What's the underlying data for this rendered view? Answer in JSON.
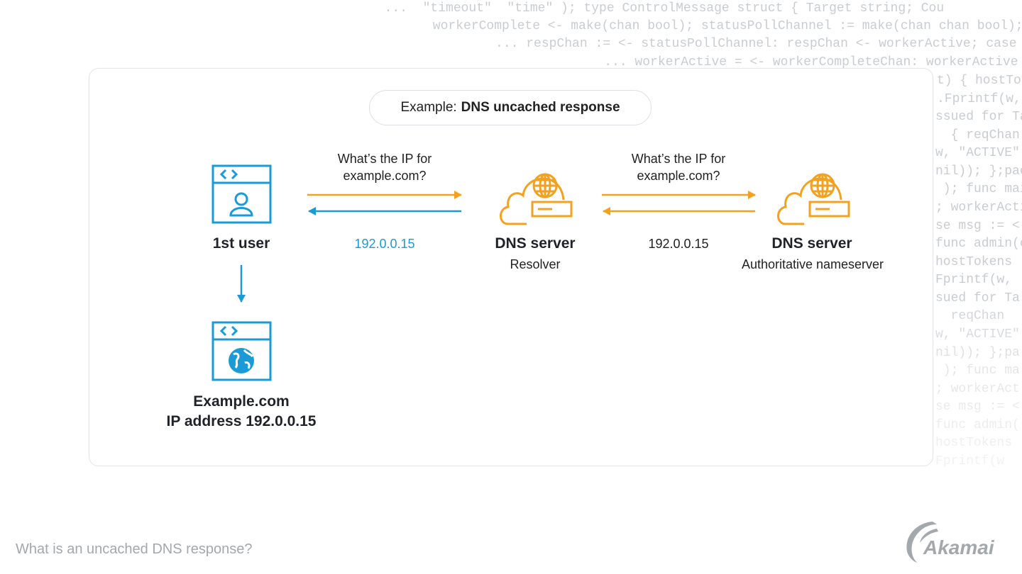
{
  "background_code": [
    "  ...  \"timeout\"  \"time\" ); type ControlMessage struct { Target string; Cou",
    "      workerComplete <- make(chan bool); statusPollChannel := make(chan chan bool); w",
    "          ... respChan := <- statusPollChannel: respChan <- workerActive; case",
    "              ... workerActive = <- workerCompleteChan: workerActive = status;",
    "t) { hostTok",
    ".Fprintf(w,",
    "ssued for Ta",
    "  { reqChan",
    "w, \"ACTIVE\"",
    "nil)); };pac",
    " ); func mai",
    "; workerActi",
    "se msg := <-",
    "func admin(c",
    "hostTokens",
    "Fprintf(w,",
    "sued for Ta",
    "  reqChan",
    "w, \"ACTIVE\"",
    "nil)); };pa",
    " ); func ma",
    "; workerAct",
    "se msg := <",
    "func admin(",
    "hostTokens",
    "Fprintf(w"
  ],
  "title": {
    "prefix": "Example:",
    "emphasis": "DNS uncached response"
  },
  "nodes": {
    "user": {
      "label": "1st user"
    },
    "resolver": {
      "label": "DNS server",
      "sublabel": "Resolver"
    },
    "authoritative": {
      "label": "DNS server",
      "sublabel": "Authoritative nameserver"
    },
    "website": {
      "line1": "Example.com",
      "line2": "IP address 192.0.0.15"
    }
  },
  "edges": {
    "user_to_resolver": {
      "question_line1": "What’s the IP for",
      "question_line2": "example.com?",
      "answer": "192.0.0.15"
    },
    "resolver_to_authoritative": {
      "question_line1": "What’s the IP for",
      "question_line2": "example.com?",
      "answer": "192.0.0.15"
    }
  },
  "colors": {
    "orange": "#f4a11f",
    "blue": "#1a9bd7",
    "caption_gray": "#a3a8ad"
  },
  "caption": "What is an uncached DNS response?",
  "logo": {
    "text": "Akamai"
  }
}
